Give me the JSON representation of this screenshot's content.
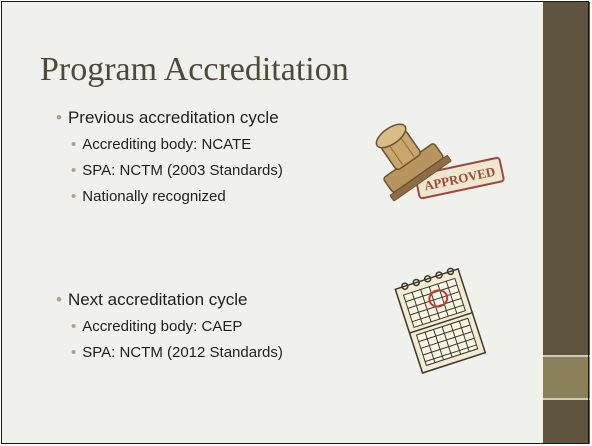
{
  "slide": {
    "title": "Program Accreditation",
    "section1": {
      "heading": "Previous accreditation cycle",
      "items": [
        "Accrediting body: NCATE",
        "SPA: NCTM (2003 Standards)",
        "Nationally recognized"
      ]
    },
    "section2": {
      "heading": "Next accreditation cycle",
      "items": [
        "Accrediting body: CAEP",
        "SPA: NCTM (2012 Standards)"
      ]
    },
    "stamp_text": "APPROVED"
  },
  "icons": {
    "stamp": "approved-stamp-icon",
    "calendar": "calendar-icon"
  },
  "colors": {
    "title": "#4d4a3c",
    "bullet": "#a8a38a",
    "panel": "#f0f0ed",
    "right_bar": "#5e5440",
    "right_bar_accent": "#8a8059"
  }
}
